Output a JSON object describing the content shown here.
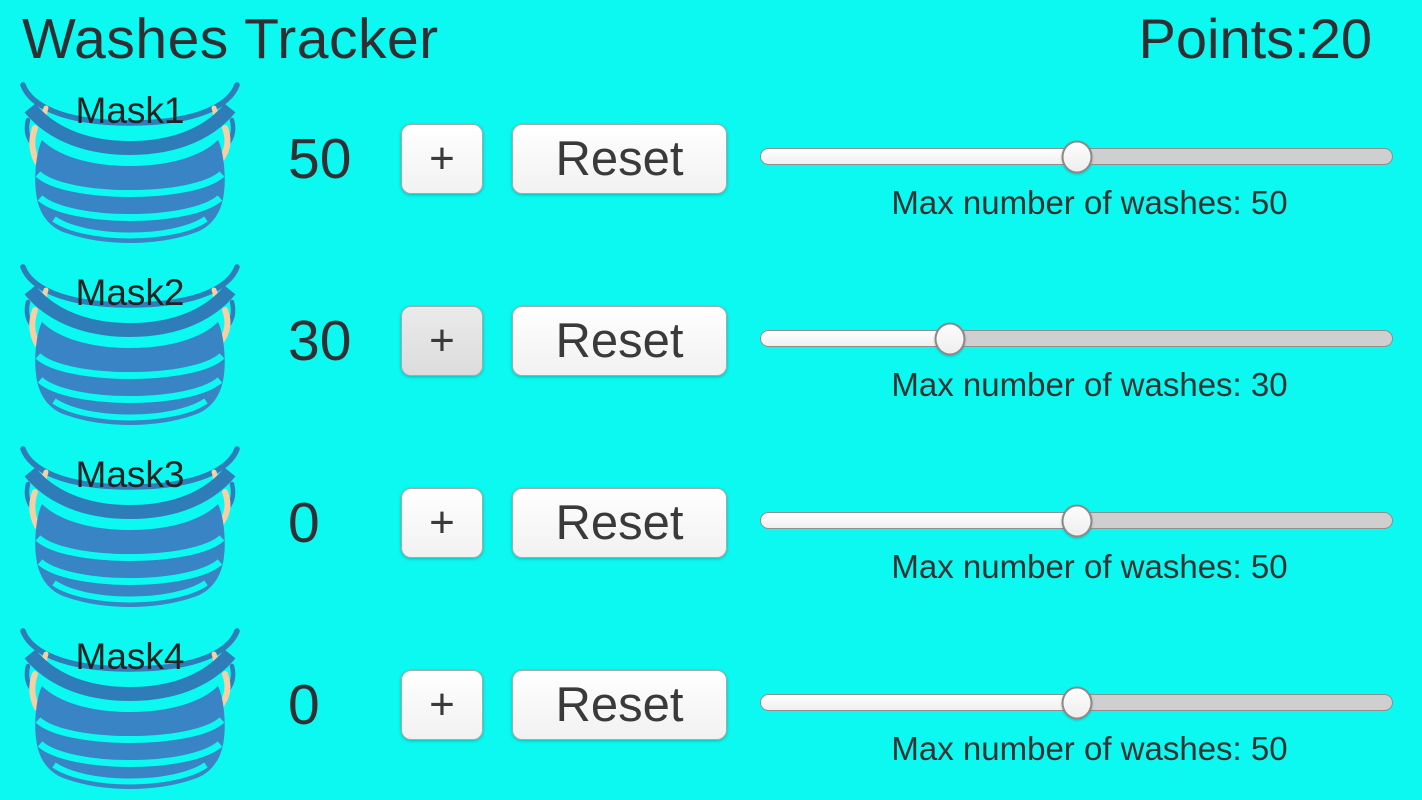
{
  "app": {
    "title": "Washes Tracker",
    "points_label": "Points:",
    "points_value": "20"
  },
  "colors": {
    "background": "#0bf9f1",
    "text_dark": "#2f2f33",
    "mask_body_blue": "#3884c4",
    "mask_band_blue": "#2e7db8",
    "strap_peach": "#f7cfa3",
    "button_face": "#fafafa",
    "slider_track_gray": "#cfcfcf"
  },
  "rows": [
    {
      "mask_label": "Mask1",
      "count": "50",
      "plus_label": "+",
      "reset_label": "Reset",
      "slider_percent": 50,
      "max_label": "Max number of washes: 50"
    },
    {
      "mask_label": "Mask2",
      "count": "30",
      "plus_label": "+",
      "reset_label": "Reset",
      "slider_percent": 30,
      "max_label": "Max number of washes: 30"
    },
    {
      "mask_label": "Mask3",
      "count": "0",
      "plus_label": "+",
      "reset_label": "Reset",
      "slider_percent": 50,
      "max_label": "Max number of washes: 50"
    },
    {
      "mask_label": "Mask4",
      "count": "0",
      "plus_label": "+",
      "reset_label": "Reset",
      "slider_percent": 50,
      "max_label": "Max number of washes: 50"
    }
  ]
}
